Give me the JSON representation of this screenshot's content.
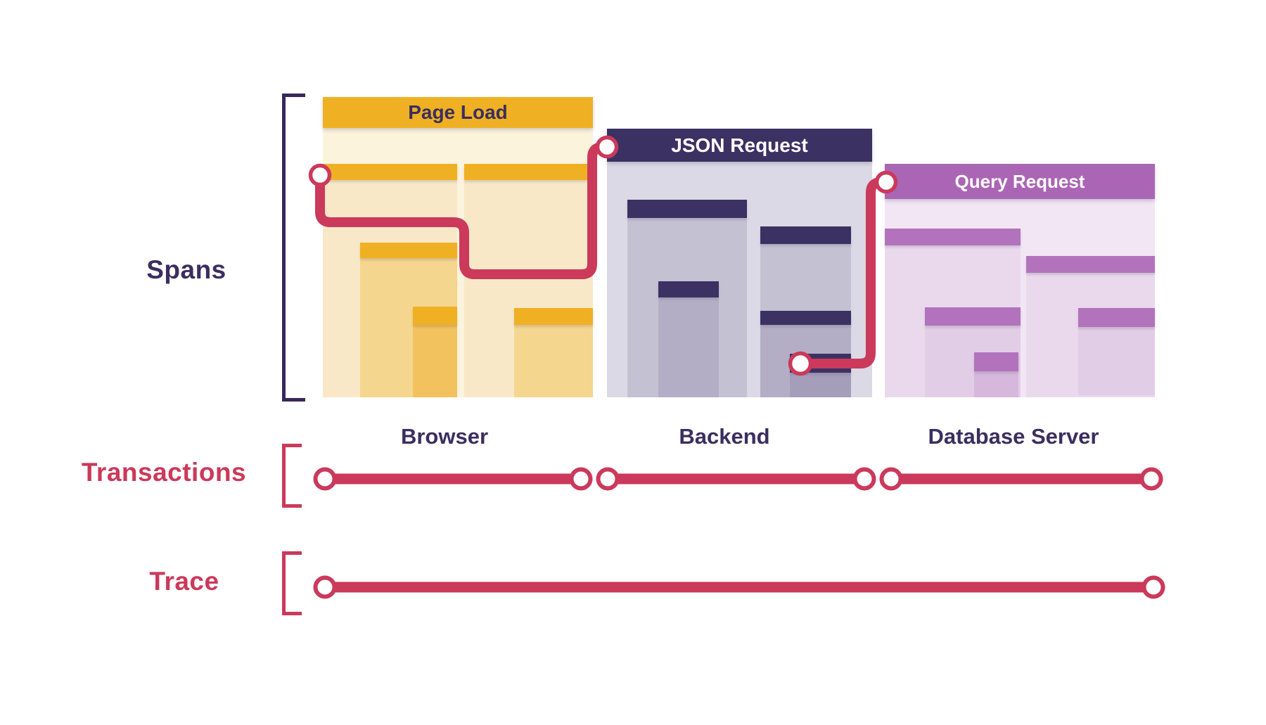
{
  "diagram": {
    "title_hint": "Distributed tracing: spans, transactions, trace",
    "labels": {
      "spans": "Spans",
      "transactions": "Transactions",
      "trace": "Trace"
    },
    "blocks": [
      {
        "title": "Page Load",
        "service": "Browser",
        "theme": "yellow"
      },
      {
        "title": "JSON Request",
        "service": "Backend",
        "theme": "navy"
      },
      {
        "title": "Query Request",
        "service": "Database Server",
        "theme": "purple"
      }
    ],
    "colors": {
      "crimson_line": "#cb395b",
      "navy": "#3b2e5f",
      "navy_header": "#3b3163",
      "amber_header": "#efb123",
      "purple_header": "#aa66b4",
      "page_load_body": "#fcf3dc",
      "json_body": "#dbd9e5",
      "query_body": "#f2e6f4",
      "background": "#ffffff"
    },
    "rows": {
      "transactions_segments": 3,
      "trace_segments": 1
    }
  }
}
